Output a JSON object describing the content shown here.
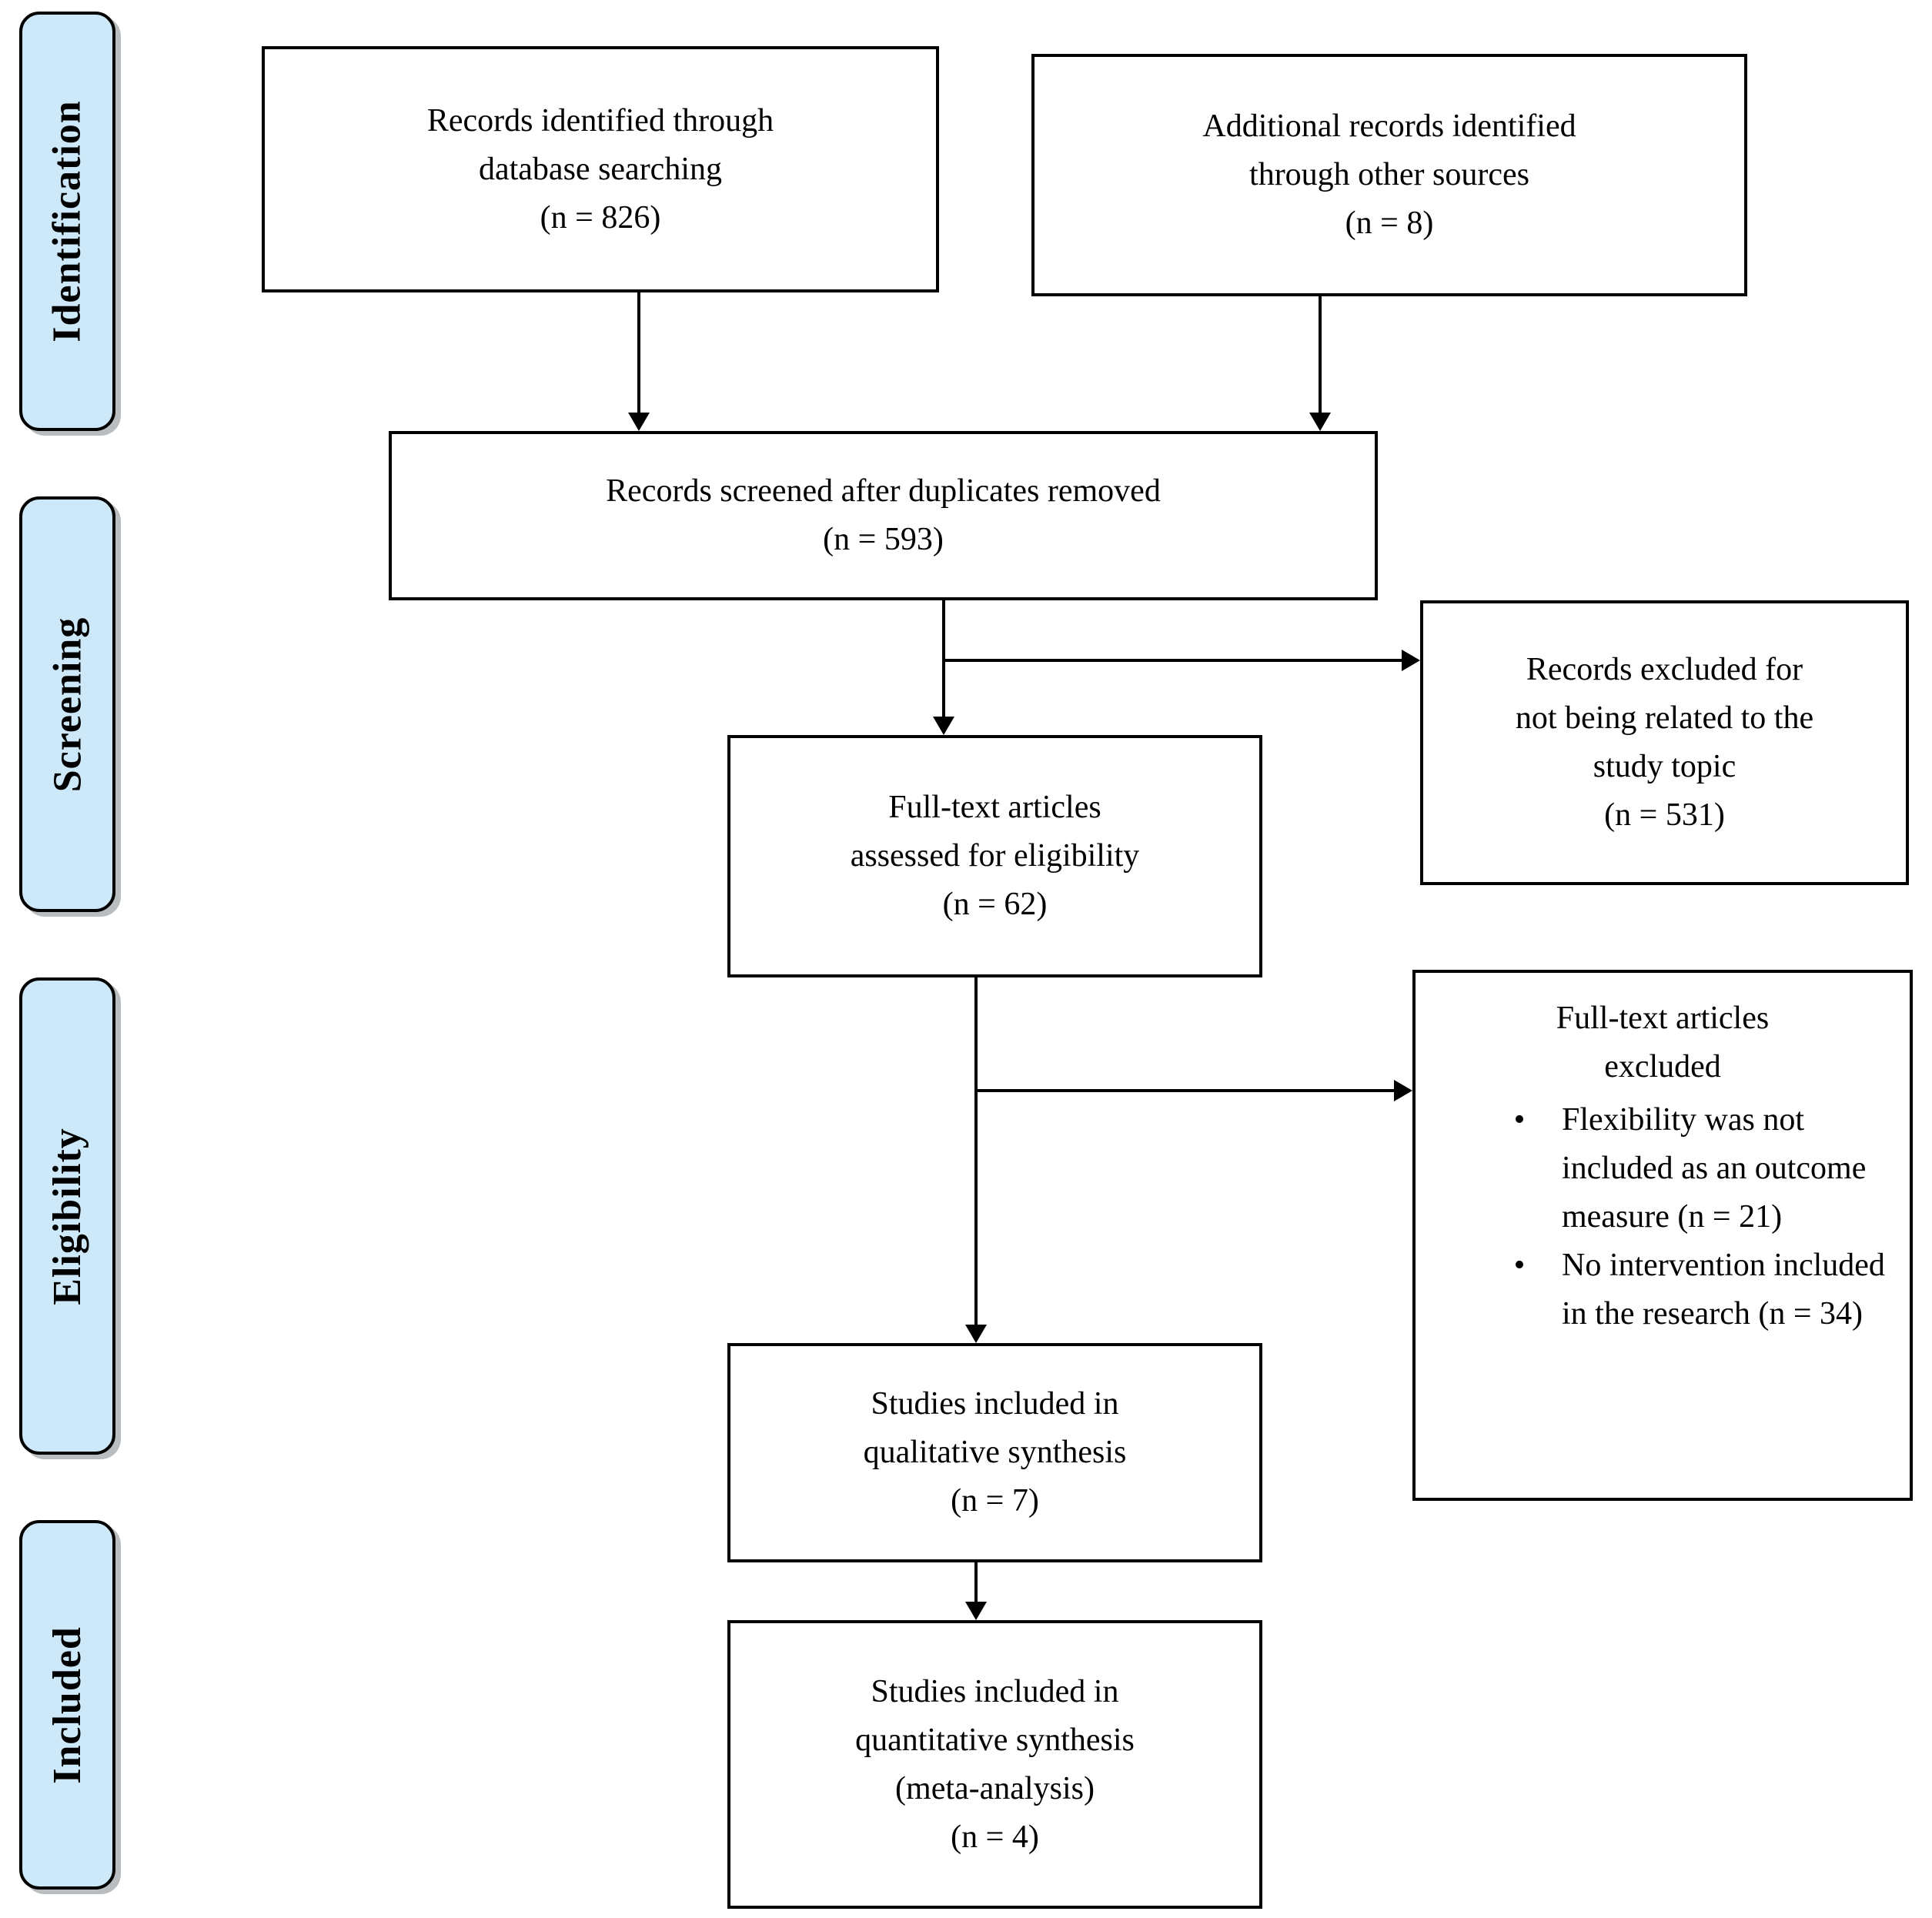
{
  "colors": {
    "stage_fill": "#cde9f9",
    "stage_border": "#000000",
    "stage_shadow": "#8f9498",
    "box_fill": "#ffffff",
    "box_border": "#000000",
    "arrow": "#000000",
    "text": "#000000",
    "background": "#ffffff"
  },
  "stages": [
    {
      "label": "Identification"
    },
    {
      "label": "Screening"
    },
    {
      "label": "Eligibility"
    },
    {
      "label": "Included"
    }
  ],
  "boxes": {
    "identified": {
      "text": "Records identified through\ndatabase searching\n(n = 826)"
    },
    "additional": {
      "text": "Additional records identified\nthrough other sources\n(n = 8)"
    },
    "screened": {
      "text": "Records screened after duplicates removed\n(n = 593)"
    },
    "records_excluded": {
      "text": "Records excluded for\nnot being related to the\nstudy topic\n(n = 531)"
    },
    "fulltext_assessed": {
      "text": "Full-text articles\nassessed for eligibility\n(n = 62)"
    },
    "fulltext_excluded": {
      "title": "Full-text articles\nexcluded",
      "bullet_marker": "•",
      "bullets": [
        "Flexibility was not included as an outcome measure (n = 21)",
        "No intervention included in the research (n = 34)"
      ]
    },
    "qualitative": {
      "text": "Studies included in\nqualitative synthesis\n(n = 7)"
    },
    "quantitative": {
      "text": "Studies included in\nquantitative synthesis\n(meta-analysis)\n(n = 4)"
    }
  }
}
